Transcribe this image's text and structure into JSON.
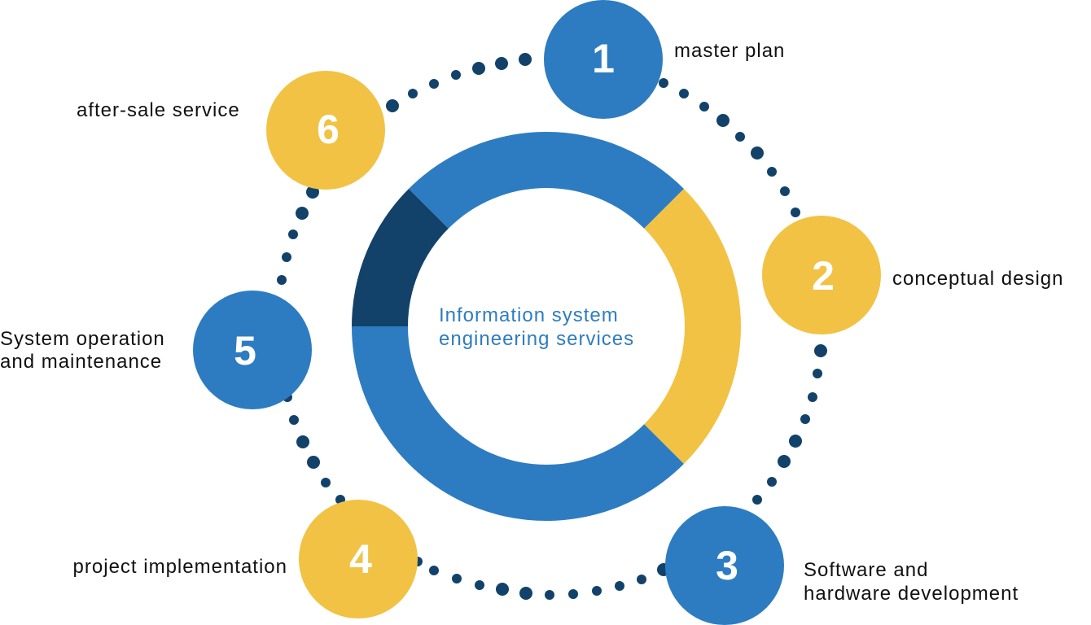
{
  "colors": {
    "blue": "#2d7cc1",
    "yellow": "#f2c244",
    "dark": "#12426a",
    "dot": "#12426a",
    "center_text": "#2e7cc1",
    "label_text": "#111111",
    "number_text": "#ffffff"
  },
  "center": {
    "line1": "Information system",
    "line2": "engineering services"
  },
  "ring_segments": [
    {
      "name": "top",
      "color_key": "blue",
      "share": 0.25
    },
    {
      "name": "right",
      "color_key": "yellow",
      "share": 0.25
    },
    {
      "name": "bottom-left",
      "color_key": "blue",
      "share": 0.375
    },
    {
      "name": "upper-left",
      "color_key": "dark",
      "share": 0.125
    }
  ],
  "steps": [
    {
      "number": "1",
      "color_key": "blue",
      "label_lines": [
        "master plan"
      ]
    },
    {
      "number": "2",
      "color_key": "yellow",
      "label_lines": [
        "conceptual design"
      ]
    },
    {
      "number": "3",
      "color_key": "blue",
      "label_lines": [
        "Software and",
        "hardware development"
      ]
    },
    {
      "number": "4",
      "color_key": "yellow",
      "label_lines": [
        "project implementation"
      ]
    },
    {
      "number": "5",
      "color_key": "blue",
      "label_lines": [
        "System operation",
        "and maintenance"
      ]
    },
    {
      "number": "6",
      "color_key": "yellow",
      "label_lines": [
        "after-sale service"
      ]
    }
  ]
}
